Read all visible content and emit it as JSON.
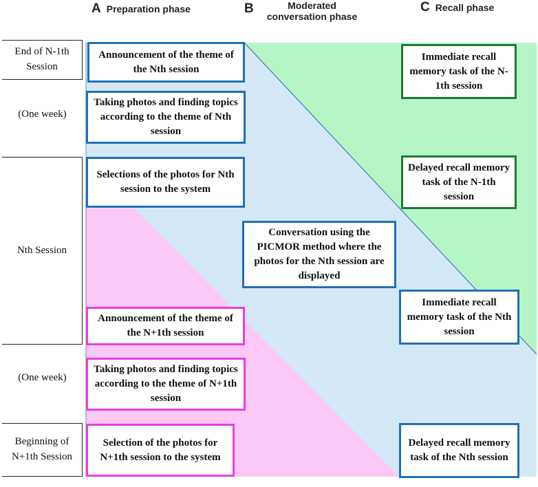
{
  "headers": {
    "a": {
      "letter": "A",
      "label": "Preparation phase"
    },
    "b": {
      "letter": "B",
      "label_line1": "Moderated",
      "label_line2": "conversation phase"
    },
    "c": {
      "letter": "C",
      "label": "Recall phase"
    }
  },
  "left_labels": {
    "end_session": "End of N-1th Session",
    "one_week_1": "(One week)",
    "nth_session": "Nth Session",
    "one_week_2": "(One week)",
    "beginning": "Beginning of N+1th Session"
  },
  "boxes": {
    "announce_nth": "Announcement of the theme of the Nth session",
    "taking_photos_nth": "Taking photos and finding topics according to the theme of Nth session",
    "selections_nth": "Selections of the photos for Nth session to the system",
    "conversation": "Conversation using the PICMOR method where the photos for the Nth session are displayed",
    "announce_n1": "Announcement of the theme of the N+1th session",
    "taking_photos_n1": "Taking photos and finding topics according to the theme of N+1th session",
    "selection_n1": "Selection of the photos for N+1th session to the system",
    "immediate_n_1": "Immediate recall memory task of the N-1th session",
    "delayed_n_1": "Delayed recall memory task of the N-1th session",
    "immediate_nth": "Immediate recall memory task of the Nth session",
    "delayed_nth": "Delayed recall memory task of the Nth session"
  },
  "colors": {
    "blue_region": "#d5e8f6",
    "green_region": "#b6f5c6",
    "pink_region": "#fcc8f5",
    "blue_border": "#1f6fb5",
    "pink_border": "#e83ee0",
    "green_border": "#1f7a2c"
  }
}
